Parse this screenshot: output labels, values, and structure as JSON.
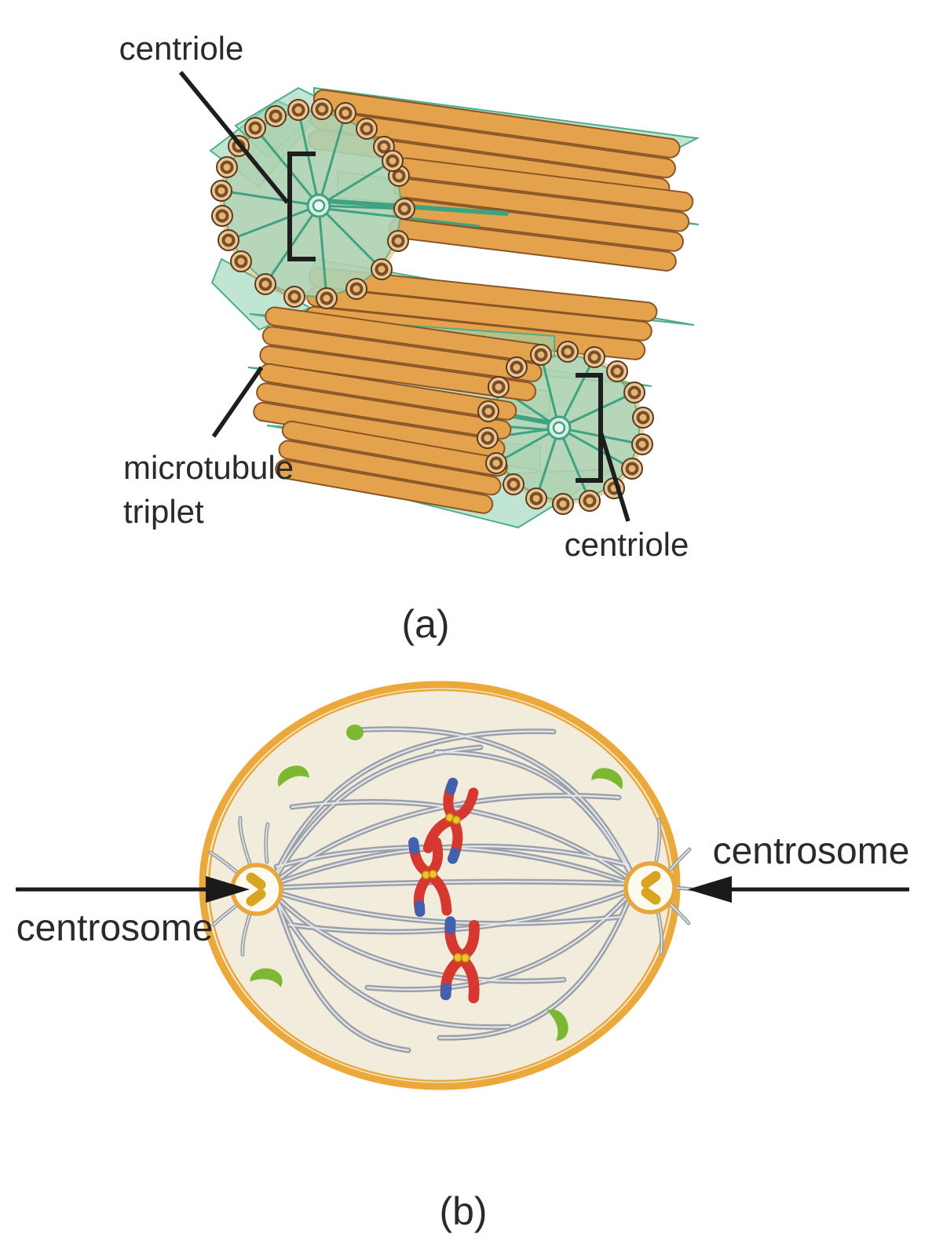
{
  "figure": {
    "panel_a": {
      "caption": "(a)",
      "labels": {
        "centriole_top": "centriole",
        "microtubule_line1": "microtubule",
        "microtubule_line2": "triplet",
        "centriole_bottom": "centriole"
      }
    },
    "panel_b": {
      "caption": "(b)",
      "labels": {
        "centrosome_left": "centrosome",
        "centrosome_right": "centrosome"
      }
    }
  },
  "colors": {
    "microtubule_fill": "#E4A24C",
    "microtubule_outline": "#8A5526",
    "sheet_green": "#9CD4B4",
    "sheet_edge": "#4FAE85",
    "donut_tan": "#E8C69B",
    "donut_brown": "#7B4E22",
    "cell_membrane": "#EBA93B",
    "cytoplasm": "#F2ECDC",
    "spindle_gray": "#9AA0A8",
    "spindle_highlight": "#E4E6E9",
    "chromosome_red": "#D6372E",
    "chromosome_blue": "#4161AE",
    "centromere_yellow": "#F2C12E",
    "organelle_green": "#7CB832",
    "centriole_gold": "#D9A520",
    "label_color": "#2B2A29"
  }
}
